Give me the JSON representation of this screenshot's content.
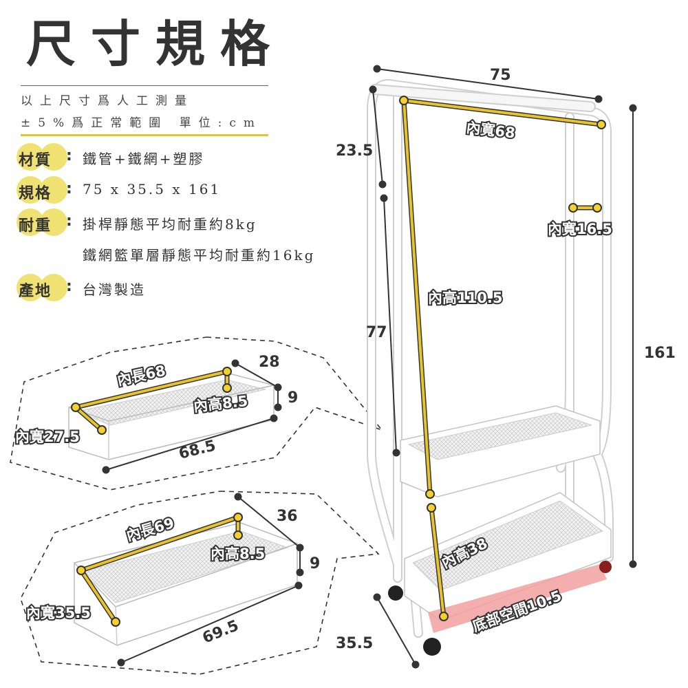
{
  "title": "尺寸規格",
  "notes": [
    "以上尺寸爲人工測量",
    "±5%爲正常範圍  單位:cm"
  ],
  "specs": [
    {
      "label": "材質",
      "value": "鐵管+鐵網+塑膠"
    },
    {
      "label": "規格",
      "value": "75 x 35.5 x 161"
    },
    {
      "label": "耐重",
      "value": "掛桿靜態平均耐重約8kg"
    },
    {
      "label": "",
      "value": "鐵網籃單層靜態平均耐重約16kg"
    },
    {
      "label": "產地",
      "value": "台灣製造"
    }
  ],
  "rack": {
    "width": "75",
    "inner_width": "內寬68",
    "side_height": "23.5",
    "hook_inner_width": "內寬16.5",
    "inner_height": "內高110.5",
    "lower_height": "77",
    "total_height": "161",
    "lower_inner_height": "內高38",
    "bottom_space": "底部空間10.5",
    "depth": "35.5"
  },
  "top_basket": {
    "inner_length": "內長68",
    "depth": "28",
    "height": "9",
    "inner_height": "內高8.5",
    "inner_width": "內寬27.5",
    "length": "68.5"
  },
  "bottom_basket": {
    "inner_length": "內長69",
    "depth": "36",
    "height": "9",
    "inner_height": "內高8.5",
    "inner_width": "內寬35.5",
    "length": "69.5"
  },
  "colors": {
    "accent": "#e8c32a",
    "label_bg": "#f0e272",
    "dark": "#333333",
    "pink": "#f2a0a0"
  }
}
